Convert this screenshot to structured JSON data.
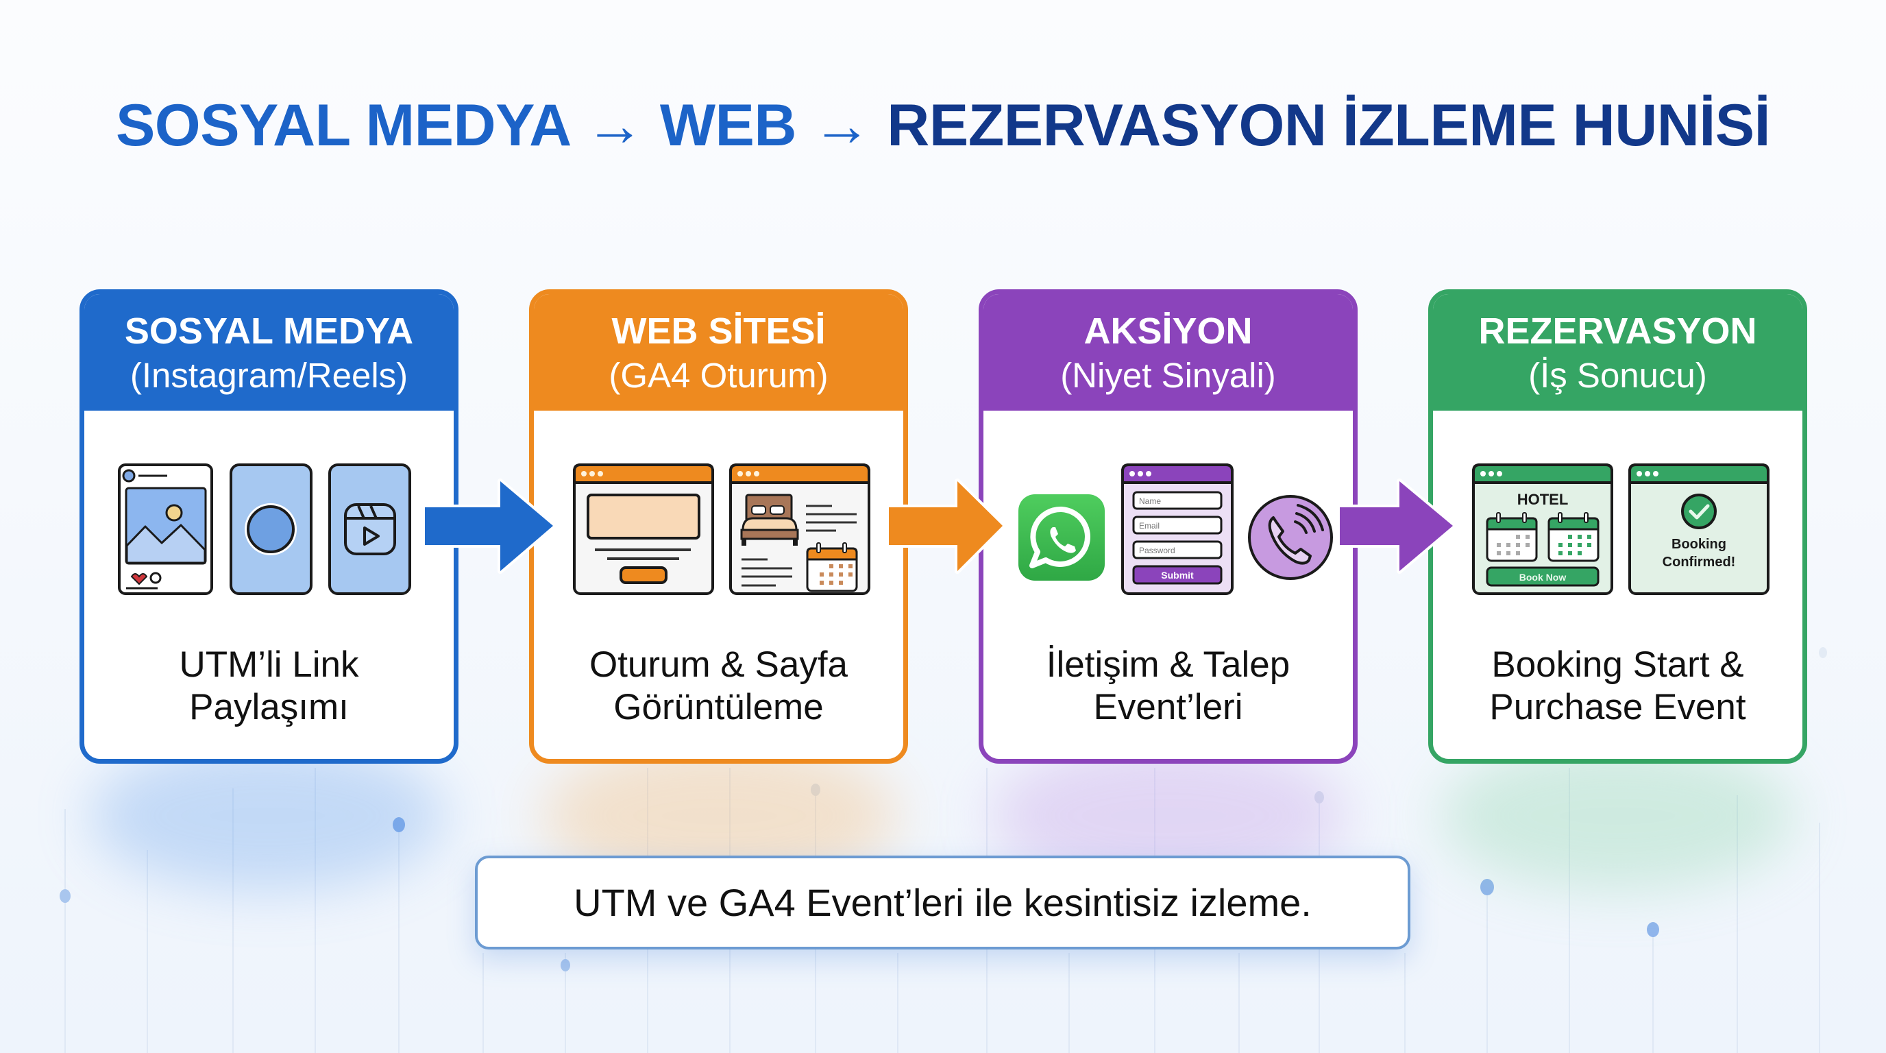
{
  "title": {
    "part1": "SOSYAL MEDYA",
    "arrow1": "→",
    "part2": "WEB",
    "arrow2": "→",
    "part3": "REZERVASYON İZLEME HUNİSİ"
  },
  "colors": {
    "title_light": "#1c63c8",
    "title_dark": "#12388a",
    "blue": "#1f6acb",
    "orange": "#ee8a1f",
    "purple": "#8b44bb",
    "green": "#35a564"
  },
  "cards": [
    {
      "header_title": "SOSYAL MEDYA",
      "header_subtitle": "(Instagram/Reels)",
      "label_line1": "UTM’li Link",
      "label_line2": "Paylaşımı",
      "icons": [
        "instagram-post-icon",
        "story-icon",
        "reels-icon"
      ]
    },
    {
      "header_title": "WEB SİTESİ",
      "header_subtitle": "(GA4 Oturum)",
      "label_line1": "Oturum & Sayfa",
      "label_line2": "Görüntüleme",
      "icons": [
        "landing-page-icon",
        "hotel-room-page-icon"
      ]
    },
    {
      "header_title": "AKSİYON",
      "header_subtitle": "(Niyet Sinyali)",
      "label_line1": "İletişim & Talep",
      "label_line2": "Event’leri",
      "icons": [
        "whatsapp-icon",
        "contact-form-icon",
        "phone-call-icon"
      ],
      "form": {
        "field1": "Name",
        "field2": "Email",
        "field3": "Password",
        "submit": "Submit"
      }
    },
    {
      "header_title": "REZERVASYON",
      "header_subtitle": "(İş Sonucu)",
      "label_line1": "Booking Start &",
      "label_line2": "Purchase Event",
      "icons": [
        "hotel-booking-page-icon",
        "booking-confirmed-icon"
      ],
      "hotel_label": "HOTEL",
      "book_now": "Book Now",
      "confirmed_line1": "Booking",
      "confirmed_line2": "Confirmed!"
    }
  ],
  "caption": "UTM ve GA4 Event’leri ile kesintisiz izleme."
}
